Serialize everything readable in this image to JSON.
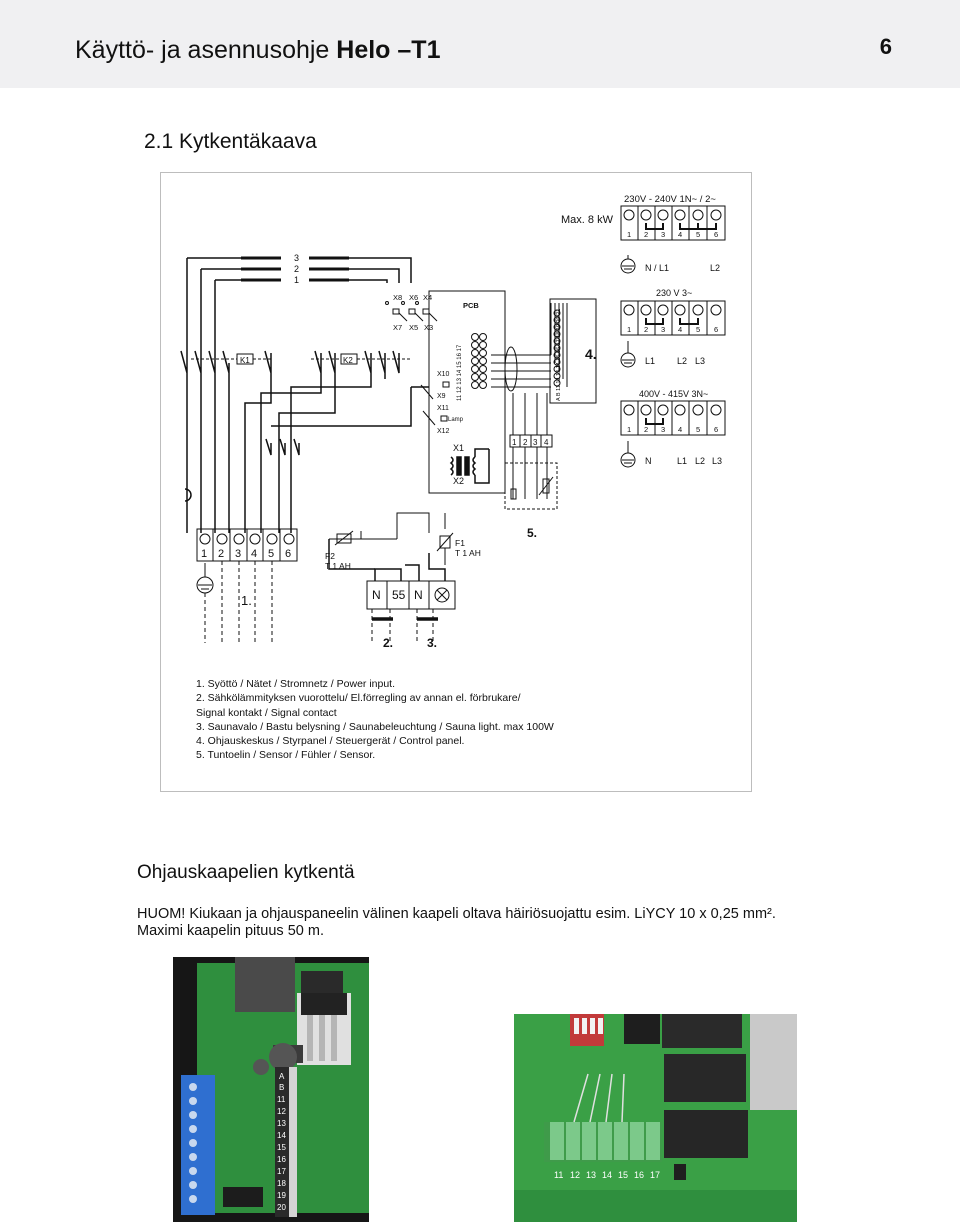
{
  "header": {
    "title_prefix": "Käyttö- ja asennusohje ",
    "title_bold": "Helo –T1",
    "page_number": "6"
  },
  "section": {
    "heading": "2.1 Kytkentäkaava"
  },
  "diagram": {
    "labels": {
      "supply_1phase": "230V - 240V  1N~ / 2~",
      "max_power": "Max. 8 kW",
      "n_l1": "N / L1",
      "l2": "L2",
      "supply_230": "230 V  3~",
      "supply_400": "400V - 415V  3N~",
      "l1": "L1",
      "l2b": "L2",
      "l3": "L3",
      "n": "N",
      "pcb": "PCB",
      "k1": "K1",
      "k2": "K2",
      "x1": "X1",
      "x2": "X2",
      "x3": "X3",
      "x4": "X4",
      "x5": "X5",
      "x6": "X6",
      "x7": "X7",
      "x8": "X8",
      "x9": "X9",
      "x10": "X10",
      "x11": "X11",
      "x12": "X12",
      "lamp": "Lamp",
      "f1": "F1",
      "f1_rating": "T 1 AH",
      "f2": "F2",
      "f2_rating": "T 1 AH",
      "marker_1": "1.",
      "marker_2": "2.",
      "marker_3": "3.",
      "marker_4": "4.",
      "marker_5": "5.",
      "term_n": "N",
      "term_55": "55",
      "terminal_digits": [
        "1",
        "2",
        "3",
        "4",
        "5",
        "6"
      ],
      "sensor_terms": [
        "1",
        "2",
        "3",
        "4"
      ],
      "contactor_phases": [
        "3",
        "2",
        "1"
      ],
      "pcb_pins": "11 12 13 14 15 16 17",
      "panel_pins": "A  B  11 12 13 14 15 16 17 18 19 20 21"
    },
    "legend": [
      "1. Syöttö / Nätet / Stromnetz / Power input.",
      "2. Sähkölämmityksen vuorottelu/ El.förregling av annan el. förbrukare/",
      "Signal kontakt / Signal contact",
      "3. Saunavalo / Bastu belysning / Saunabeleuchtung / Sauna light.  max 100W",
      "4. Ohjauskeskus / Styrpanel / Steuergerät / Control panel.",
      "5. Tuntoelin / Sensor / Fühler / Sensor."
    ]
  },
  "control_cables": {
    "heading": "Ohjauskaapelien kytkentä",
    "note_line1": "HUOM! Kiukaan ja ohjauspaneelin välinen kaapeli oltava häiriösuojattu esim. LiYCY 10 x 0,25 mm².",
    "note_line2": "Maximi kaapelin pituus 50 m."
  },
  "photos": {
    "photo2_terminals": [
      "11",
      "12",
      "13",
      "14",
      "15",
      "16",
      "17"
    ],
    "photo1_pins": [
      "A",
      "B",
      "11",
      "12",
      "13",
      "14",
      "15",
      "16",
      "17",
      "18",
      "19",
      "20"
    ]
  }
}
